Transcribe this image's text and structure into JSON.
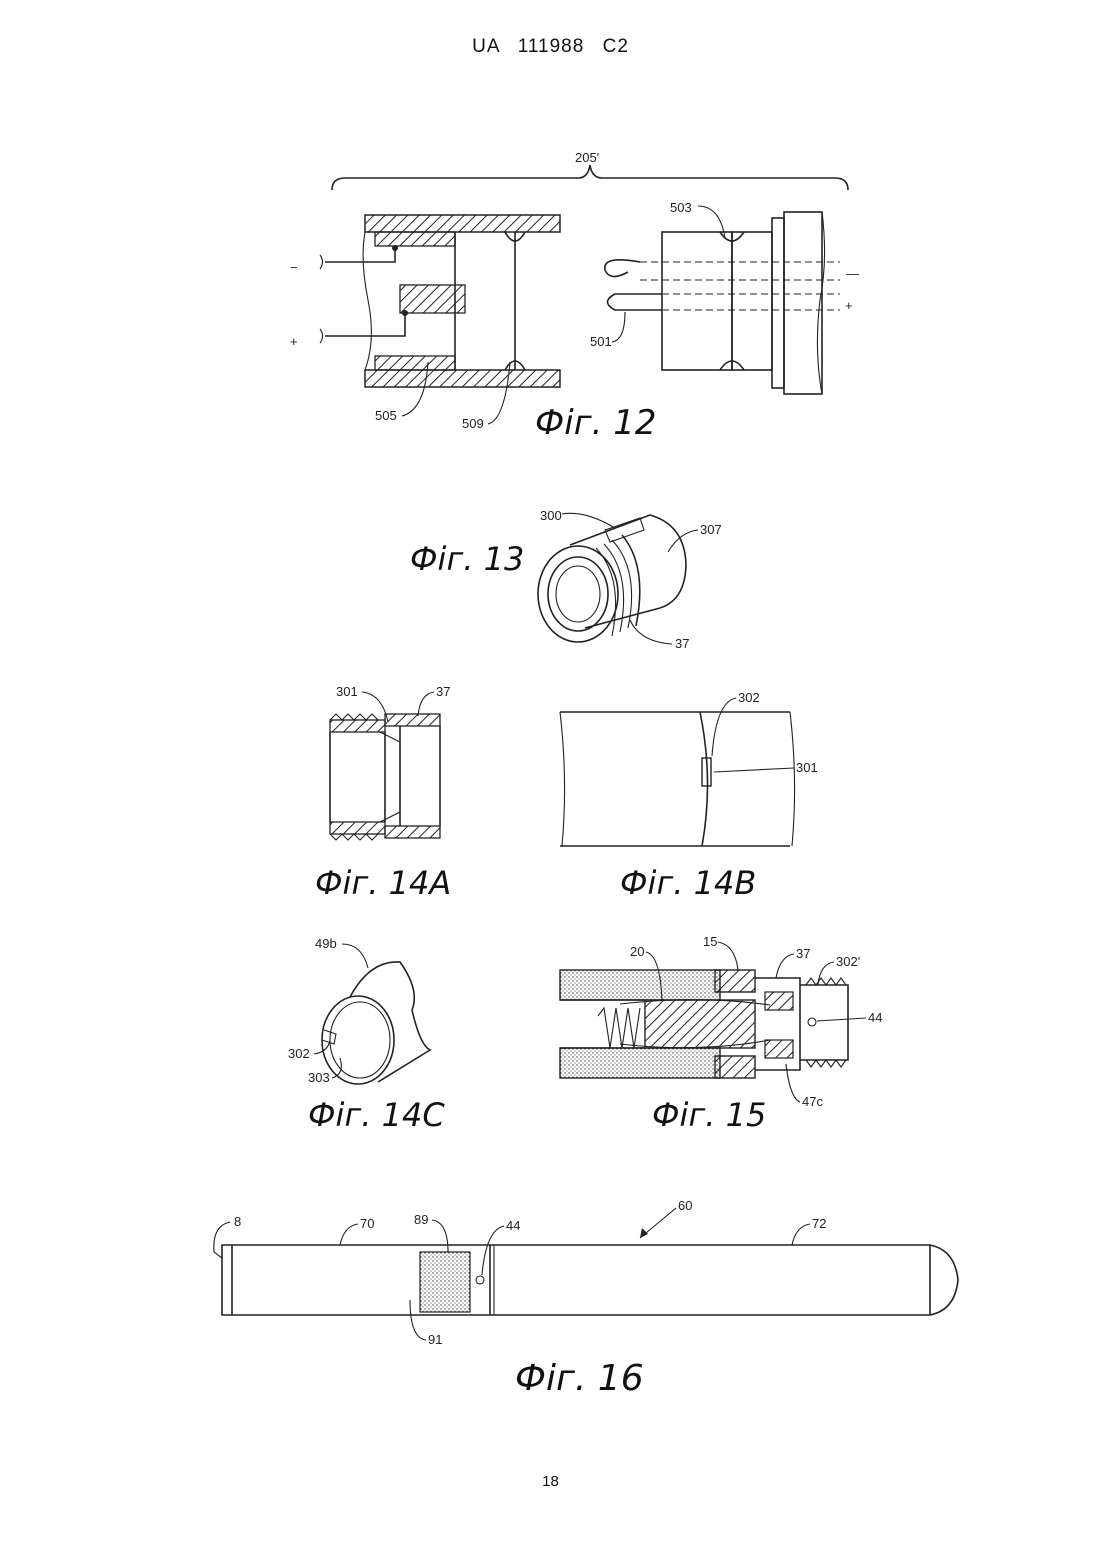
{
  "header": {
    "text": "UA   111988   C2"
  },
  "page_number": "18",
  "figures": {
    "fig12": {
      "caption": "Фіг. 12",
      "labels": {
        "l205": "205'",
        "l503": "503",
        "l501": "501",
        "l505": "505",
        "l509": "509",
        "minus_left": "−",
        "plus_left": "+",
        "minus_right": "—",
        "plus_right": "+"
      }
    },
    "fig13": {
      "caption": "Фіг. 13",
      "labels": {
        "l300": "300",
        "l307": "307",
        "l37": "37"
      }
    },
    "fig14a": {
      "caption": "Фіг. 14A",
      "labels": {
        "l301": "301",
        "l37": "37"
      }
    },
    "fig14b": {
      "caption": "Фіг. 14B",
      "labels": {
        "l302": "302",
        "l301": "301"
      }
    },
    "fig14c": {
      "caption": "Фіг. 14C",
      "labels": {
        "l49b": "49b",
        "l302": "302",
        "l303": "303"
      }
    },
    "fig15": {
      "caption": "Фіг. 15",
      "labels": {
        "l20": "20",
        "l15": "15",
        "l37": "37",
        "l302p": "302'",
        "l44": "44",
        "l47c": "47c"
      }
    },
    "fig16": {
      "caption": "Фіг. 16",
      "labels": {
        "l8": "8",
        "l70": "70",
        "l89": "89",
        "l44": "44",
        "l60": "60",
        "l72": "72",
        "l91": "91"
      }
    }
  }
}
